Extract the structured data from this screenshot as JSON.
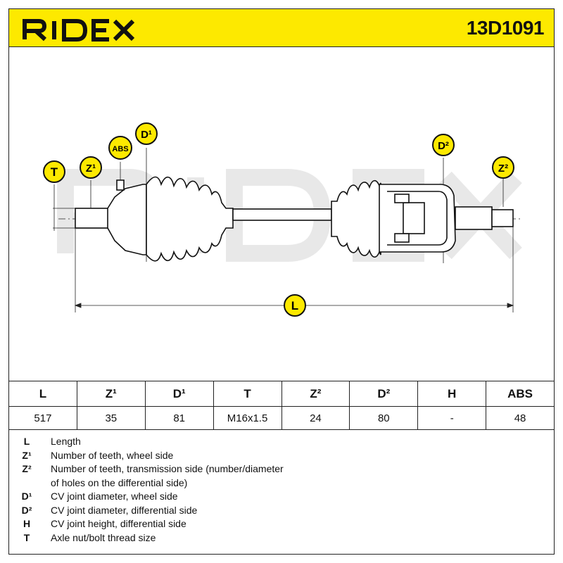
{
  "header": {
    "brand": "RIDEX",
    "part_number": "13D1091",
    "colors": {
      "accent": "#fde900",
      "ink": "#111111",
      "watermark": "#e6e6e6"
    }
  },
  "drawing": {
    "labels": {
      "t": "T",
      "z1": "Z¹",
      "abs": "ABS",
      "d1": "D¹",
      "d2": "D²",
      "z2": "Z²",
      "l": "L"
    }
  },
  "specs": {
    "headers": [
      "L",
      "Z¹",
      "D¹",
      "T",
      "Z²",
      "D²",
      "H",
      "ABS"
    ],
    "values": [
      "517",
      "35",
      "81",
      "M16x1.5",
      "24",
      "80",
      "-",
      "48"
    ]
  },
  "legend": {
    "items": [
      {
        "key": "L",
        "text": "Length"
      },
      {
        "key": "Z¹",
        "text": "Number of teeth, wheel side"
      },
      {
        "key": "Z²",
        "text": "Number of teeth, transmission side (number/diameter"
      },
      {
        "key": "",
        "text": "of holes on the differential side)"
      },
      {
        "key": "D¹",
        "text": "CV joint diameter, wheel side"
      },
      {
        "key": "D²",
        "text": "CV joint diameter, differential side"
      },
      {
        "key": "H",
        "text": "CV joint height, differential side"
      },
      {
        "key": "T",
        "text": "Axle nut/bolt thread size"
      }
    ]
  }
}
